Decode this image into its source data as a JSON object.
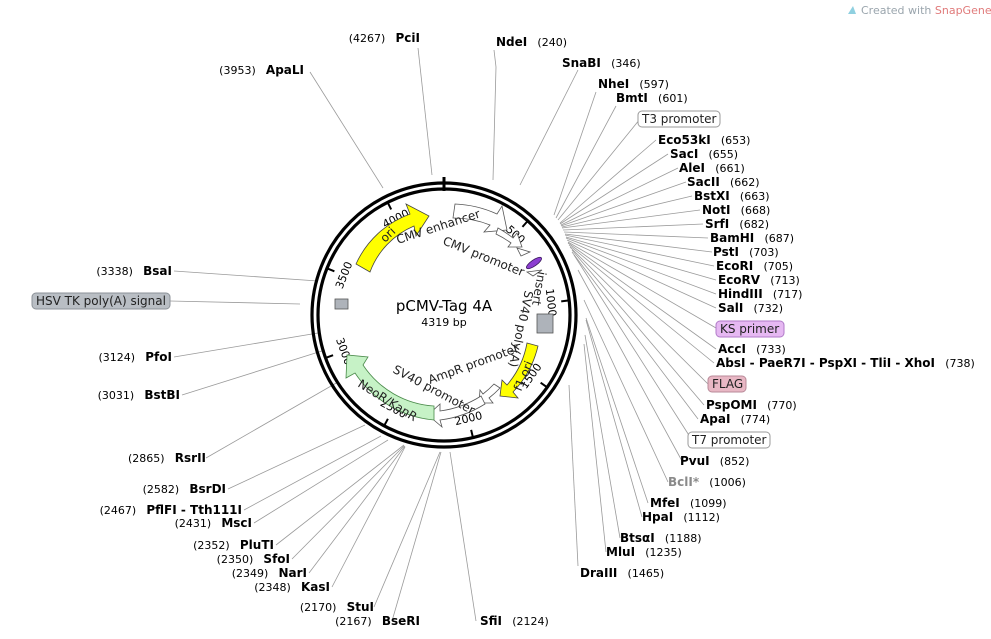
{
  "plasmid": {
    "name": "pCMV-Tag 4A",
    "size_label": "4319 bp"
  },
  "credit": {
    "prefix": "Created with ",
    "brand": "SnapGene",
    "mark": "®"
  },
  "ticks": [
    {
      "label": "500",
      "bp": 500
    },
    {
      "label": "1000",
      "bp": 1000
    },
    {
      "label": "1500",
      "bp": 1500
    },
    {
      "label": "2000",
      "bp": 2000
    },
    {
      "label": "2500",
      "bp": 2500
    },
    {
      "label": "3000",
      "bp": 3000
    },
    {
      "label": "3500",
      "bp": 3500
    },
    {
      "label": "4000",
      "bp": 4000
    }
  ],
  "sites": [
    {
      "id": "pcii",
      "name": "PciI",
      "pos": "(4267)",
      "bp": 4267
    },
    {
      "id": "ndei",
      "name": "NdeI",
      "pos": "(240)",
      "bp": 240
    },
    {
      "id": "apali",
      "name": "ApaLI",
      "pos": "(3953)",
      "bp": 3953
    },
    {
      "id": "snabi",
      "name": "SnaBI",
      "pos": "(346)",
      "bp": 346
    },
    {
      "id": "nhei",
      "name": "NheI",
      "pos": "(597)",
      "bp": 597
    },
    {
      "id": "bmti",
      "name": "BmtI",
      "pos": "(601)",
      "bp": 601
    },
    {
      "id": "eco53ki",
      "name": "Eco53kI",
      "pos": "(653)",
      "bp": 653
    },
    {
      "id": "saci",
      "name": "SacI",
      "pos": "(655)",
      "bp": 655
    },
    {
      "id": "alei",
      "name": "AleI",
      "pos": "(661)",
      "bp": 661
    },
    {
      "id": "sacii",
      "name": "SacII",
      "pos": "(662)",
      "bp": 662
    },
    {
      "id": "bstxi",
      "name": "BstXI",
      "pos": "(663)",
      "bp": 663
    },
    {
      "id": "noti",
      "name": "NotI",
      "pos": "(668)",
      "bp": 668
    },
    {
      "id": "srfi",
      "name": "SrfI",
      "pos": "(682)",
      "bp": 682
    },
    {
      "id": "bamhi",
      "name": "BamHI",
      "pos": "(687)",
      "bp": 687
    },
    {
      "id": "psti",
      "name": "PstI",
      "pos": "(703)",
      "bp": 703
    },
    {
      "id": "ecori",
      "name": "EcoRI",
      "pos": "(705)",
      "bp": 705
    },
    {
      "id": "ecorv",
      "name": "EcoRV",
      "pos": "(713)",
      "bp": 713
    },
    {
      "id": "hindiii",
      "name": "HindIII",
      "pos": "(717)",
      "bp": 717
    },
    {
      "id": "sali",
      "name": "SalI",
      "pos": "(732)",
      "bp": 732
    },
    {
      "id": "acci",
      "name": "AccI",
      "pos": "(733)",
      "bp": 733
    },
    {
      "id": "absi",
      "name": "AbsI - PaeR7I - PspXI - TliI - XhoI",
      "pos": "(738)",
      "bp": 738
    },
    {
      "id": "pspomi",
      "name": "PspOMI",
      "pos": "(770)",
      "bp": 770
    },
    {
      "id": "apai",
      "name": "ApaI",
      "pos": "(774)",
      "bp": 774
    },
    {
      "id": "pvui",
      "name": "PvuI",
      "pos": "(852)",
      "bp": 852
    },
    {
      "id": "bcli",
      "name": "BclI*",
      "pos": "(1006)",
      "bp": 1006
    },
    {
      "id": "mfei",
      "name": "MfeI",
      "pos": "(1099)",
      "bp": 1099
    },
    {
      "id": "hpai",
      "name": "HpaI",
      "pos": "(1112)",
      "bp": 1112
    },
    {
      "id": "btsai",
      "name": "BtsαI",
      "pos": "(1188)",
      "bp": 1188
    },
    {
      "id": "mlui",
      "name": "MluI",
      "pos": "(1235)",
      "bp": 1235
    },
    {
      "id": "draiii",
      "name": "DraIII",
      "pos": "(1465)",
      "bp": 1465
    },
    {
      "id": "bsai",
      "name": "BsaI",
      "pos": "(3338)",
      "bp": 3338
    },
    {
      "id": "pfoi",
      "name": "PfoI",
      "pos": "(3124)",
      "bp": 3124
    },
    {
      "id": "bstbi",
      "name": "BstBI",
      "pos": "(3031)",
      "bp": 3031
    },
    {
      "id": "rsrii",
      "name": "RsrII",
      "pos": "(2865)",
      "bp": 2865
    },
    {
      "id": "bsrdi",
      "name": "BsrDI",
      "pos": "(2582)",
      "bp": 2582
    },
    {
      "id": "pflfi",
      "name": "PflFI - Tth111I",
      "pos": "(2467)",
      "bp": 2467
    },
    {
      "id": "msci",
      "name": "MscI",
      "pos": "(2431)",
      "bp": 2431
    },
    {
      "id": "pluti",
      "name": "PluTI",
      "pos": "(2352)",
      "bp": 2352
    },
    {
      "id": "sfoi",
      "name": "SfoI",
      "pos": "(2350)",
      "bp": 2350
    },
    {
      "id": "nari",
      "name": "NarI",
      "pos": "(2349)",
      "bp": 2349
    },
    {
      "id": "kasi",
      "name": "KasI",
      "pos": "(2348)",
      "bp": 2348
    },
    {
      "id": "stui",
      "name": "StuI",
      "pos": "(2170)",
      "bp": 2170
    },
    {
      "id": "bseri",
      "name": "BseRI",
      "pos": "(2167)",
      "bp": 2167
    },
    {
      "id": "sfii",
      "name": "SfiI",
      "pos": "(2124)",
      "bp": 2124
    }
  ],
  "boxed_labels": [
    {
      "id": "t3",
      "text": "T3 promoter",
      "color": "#ffffff",
      "border": "#9a9a9a"
    },
    {
      "id": "ks",
      "text": "KS primer",
      "color": "#e6b8f2",
      "border": "#b07ac8"
    },
    {
      "id": "flag",
      "text": "FLAG",
      "color": "#e8b7c4",
      "border": "#b88a98"
    },
    {
      "id": "t7",
      "text": "T7 promoter",
      "color": "#ffffff",
      "border": "#9a9a9a"
    },
    {
      "id": "hsv",
      "text": "HSV TK poly(A) signal",
      "color": "#b9bec4",
      "border": "#8c9298"
    }
  ],
  "features": [
    {
      "id": "ori",
      "text": "ori",
      "color": "#ffff00"
    },
    {
      "id": "cmv-enh",
      "text": "CMV enhancer",
      "color": "#ffffff"
    },
    {
      "id": "cmv-prom",
      "text": "CMV promoter",
      "color": "#ffffff"
    },
    {
      "id": "insert",
      "text": "insert",
      "color": "#8c3fd1"
    },
    {
      "id": "sv40pa",
      "text": "SV40 poly(A)",
      "color": "#aeb3ba"
    },
    {
      "id": "f1ori",
      "text": "f1 ori",
      "color": "#ffff00"
    },
    {
      "id": "ampr-prom",
      "text": "AmpR promoter",
      "color": "#ffffff"
    },
    {
      "id": "sv40-prom",
      "text": "SV40 promoter",
      "color": "#ffffff"
    },
    {
      "id": "neor",
      "text": "NeoR/KanR",
      "color": "#c6f2c6"
    }
  ]
}
